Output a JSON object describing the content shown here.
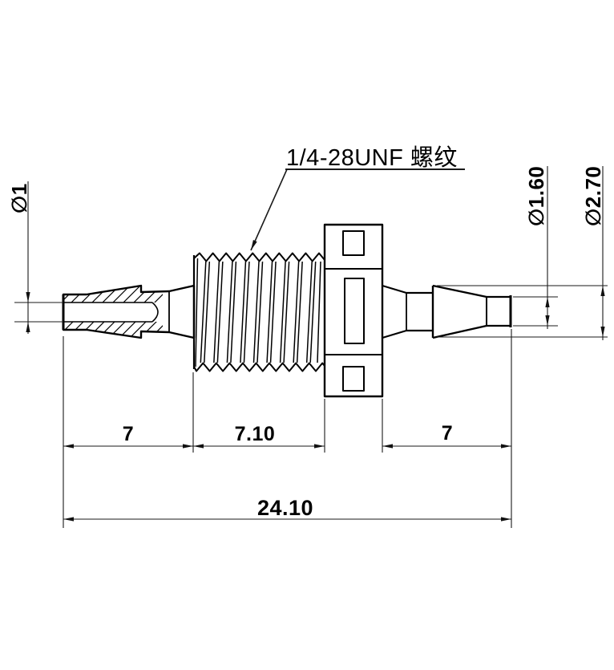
{
  "drawing": {
    "background": "#ffffff",
    "line_color": "#000000",
    "thread_label": "1/4-28UNF 螺纹",
    "dimensions": {
      "overall_length": "24.10",
      "left_barb_length": "7",
      "thread_length": "7.10",
      "right_barb_length": "7",
      "left_bore_diameter": "∅1",
      "right_tip_diameter": "∅1.60",
      "right_barb_diameter": "∅2.70"
    }
  }
}
